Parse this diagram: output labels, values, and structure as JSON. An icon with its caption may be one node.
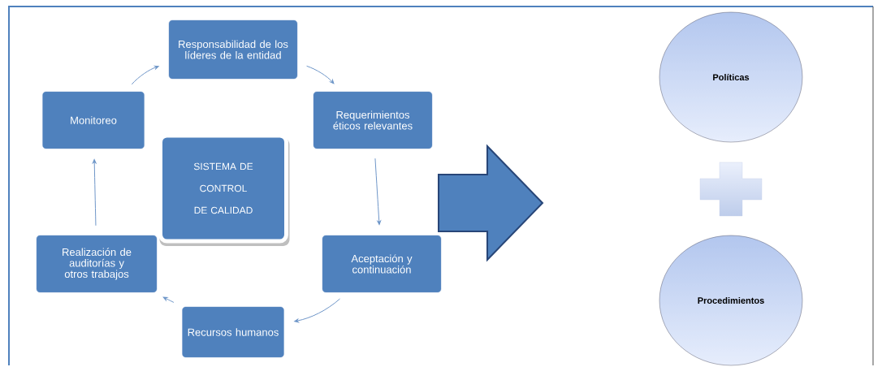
{
  "diagram": {
    "nodes": [
      {
        "text": [
          "Responsabilidad de los líderes de la entidad"
        ]
      },
      {
        "text": [
          "Requerimientos éticos relevantes"
        ]
      },
      {
        "text": [
          "Aceptación y continuación"
        ]
      },
      {
        "text": [
          "Recursos humanos"
        ]
      },
      {
        "text": [
          "Realización de auditorías y otros trabajos"
        ]
      },
      {
        "text": [
          "Monitoreo"
        ]
      },
      {
        "text": [
          "SISTEMA DE CONTROL DE CALIDAD"
        ]
      },
      {
        "text": [
          "Políticas"
        ]
      },
      {
        "text": [
          "Procedimientos"
        ]
      }
    ],
    "edges": [
      {
        "from": 0,
        "to": 1,
        "arrow": "to"
      },
      {
        "from": 1,
        "to": 2,
        "arrow": "to"
      },
      {
        "from": 2,
        "to": 3,
        "arrow": "to"
      },
      {
        "from": 3,
        "to": 4,
        "arrow": "to"
      },
      {
        "from": 4,
        "to": 5,
        "arrow": "to"
      },
      {
        "from": 5,
        "to": 0,
        "arrow": "to"
      }
    ]
  }
}
